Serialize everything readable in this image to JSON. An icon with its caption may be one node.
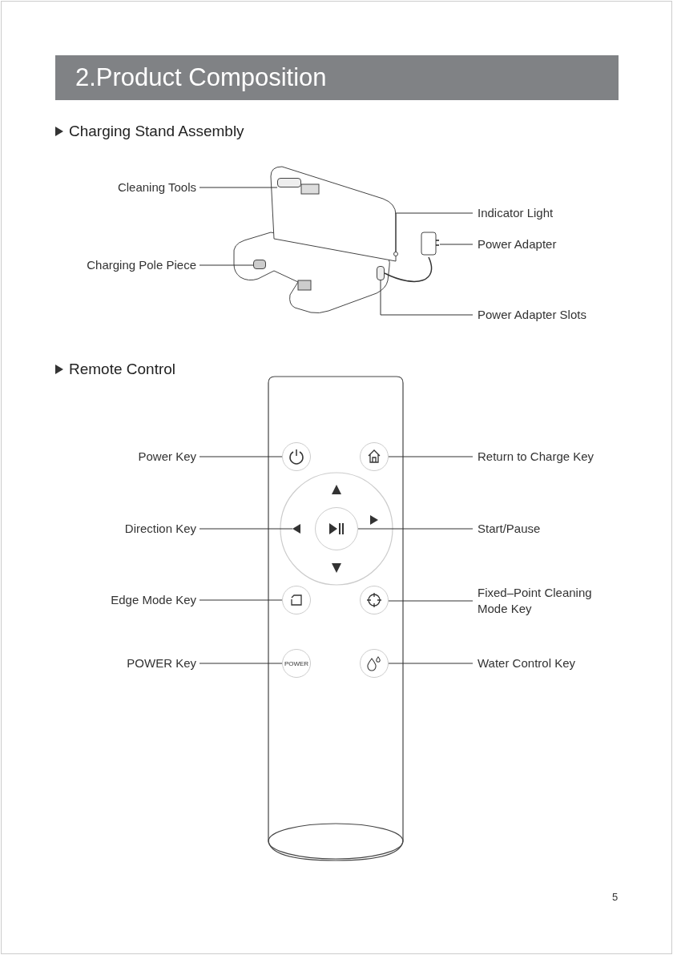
{
  "diagram": {
    "title": "2.Product Composition",
    "nodes": [
      {
        "text": [
          "Cleaning Tools"
        ]
      },
      {
        "text": [
          "Indicator Light"
        ]
      },
      {
        "text": [
          "Power Adapter"
        ]
      },
      {
        "text": [
          "Charging Pole Piece"
        ]
      },
      {
        "text": [
          "Power Adapter Slots"
        ]
      },
      {
        "text": [
          "Power Key"
        ]
      },
      {
        "text": [],
        "shape": "circle"
      },
      {
        "text": [],
        "shape": "circle"
      },
      {
        "text": [
          "Return to Charge Key"
        ]
      },
      {
        "text": [],
        "shape": "triangle"
      },
      {
        "text": [
          "Direction Key"
        ]
      },
      {
        "text": [],
        "shape": "circle"
      },
      {
        "text": [
          "Start/Pause"
        ]
      },
      {
        "text": [],
        "shape": "circle"
      },
      {
        "text": [
          "Edge Mode Key"
        ]
      },
      {
        "text": [],
        "shape": "circle"
      },
      {
        "text": [
          "Fixed–Point Cleaning Mode Key"
        ]
      },
      {
        "text": [
          "POWER"
        ]
      },
      {
        "text": [
          "POWER Key"
        ]
      },
      {
        "text": [],
        "shape": "circle"
      },
      {
        "text": [
          "Water Control Key"
        ]
      },
      {
        "text": [],
        "shape": "box"
      },
      {
        "text": [],
        "shape": "box"
      },
      {
        "text": [],
        "shape": "circle"
      },
      {
        "text": [],
        "shape": "box"
      },
      {
        "text": [],
        "shape": "box"
      }
    ],
    "edges": [
      {
        "from": 0,
        "to": 22,
        "arrow": "none"
      },
      {
        "from": 1,
        "to": 23,
        "arrow": "none"
      },
      {
        "from": 2,
        "to": 21,
        "arrow": "none"
      },
      {
        "from": 3,
        "to": 24,
        "arrow": "none"
      },
      {
        "from": 4,
        "to": 25,
        "arrow": "none"
      },
      {
        "from": 5,
        "to": 6,
        "arrow": "none"
      },
      {
        "from": 8,
        "to": 7,
        "arrow": "none"
      },
      {
        "from": 10,
        "to": 9,
        "arrow": "none"
      },
      {
        "from": 12,
        "to": 11,
        "arrow": "none"
      },
      {
        "from": 14,
        "to": 13,
        "arrow": "none"
      },
      {
        "from": 16,
        "to": 15,
        "arrow": "none"
      },
      {
        "from": 18,
        "to": 17,
        "arrow": "none"
      },
      {
        "from": 20,
        "to": 19,
        "arrow": "none"
      },
      {
        "from": 21,
        "to": 25,
        "arrow": "none"
      }
    ],
    "labels": [
      "Charging Stand Assembly",
      "Remote Control",
      "5"
    ]
  }
}
